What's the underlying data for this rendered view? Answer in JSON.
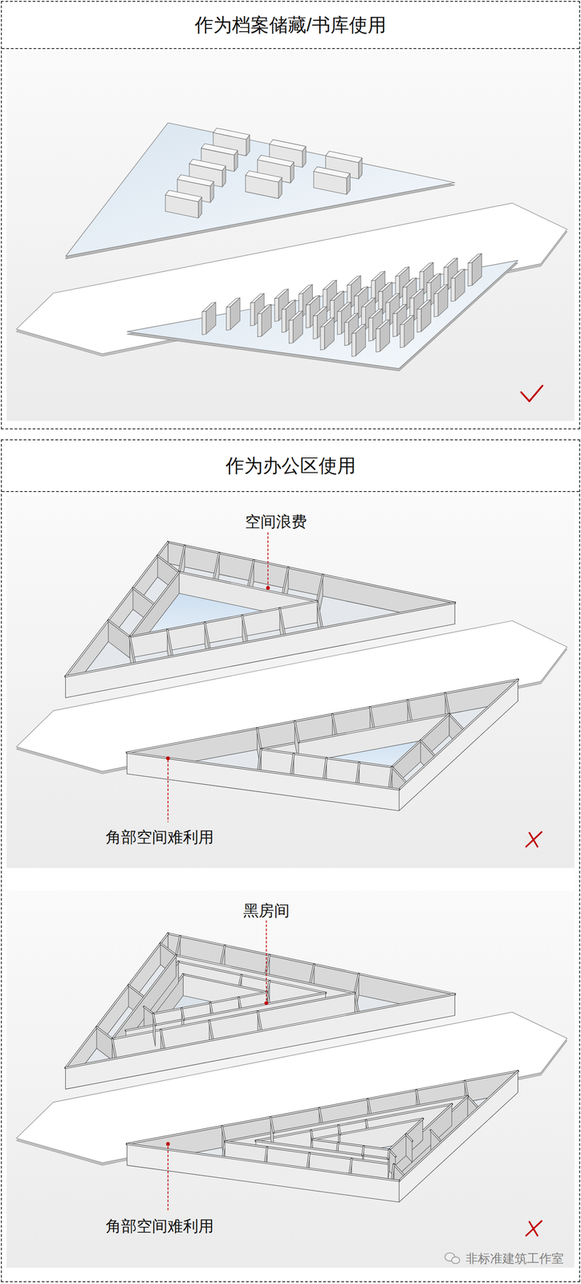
{
  "diagram": {
    "nodes": [
      {
        "text": [
          "作为档案储藏/书库使用"
        ]
      },
      {
        "text": [
          "作为办公区使用"
        ]
      }
    ],
    "labels": [
      "空间浪费",
      "角部空间难利用",
      "黑房间",
      "角部空间难利用",
      "非标准建筑工作室"
    ]
  }
}
